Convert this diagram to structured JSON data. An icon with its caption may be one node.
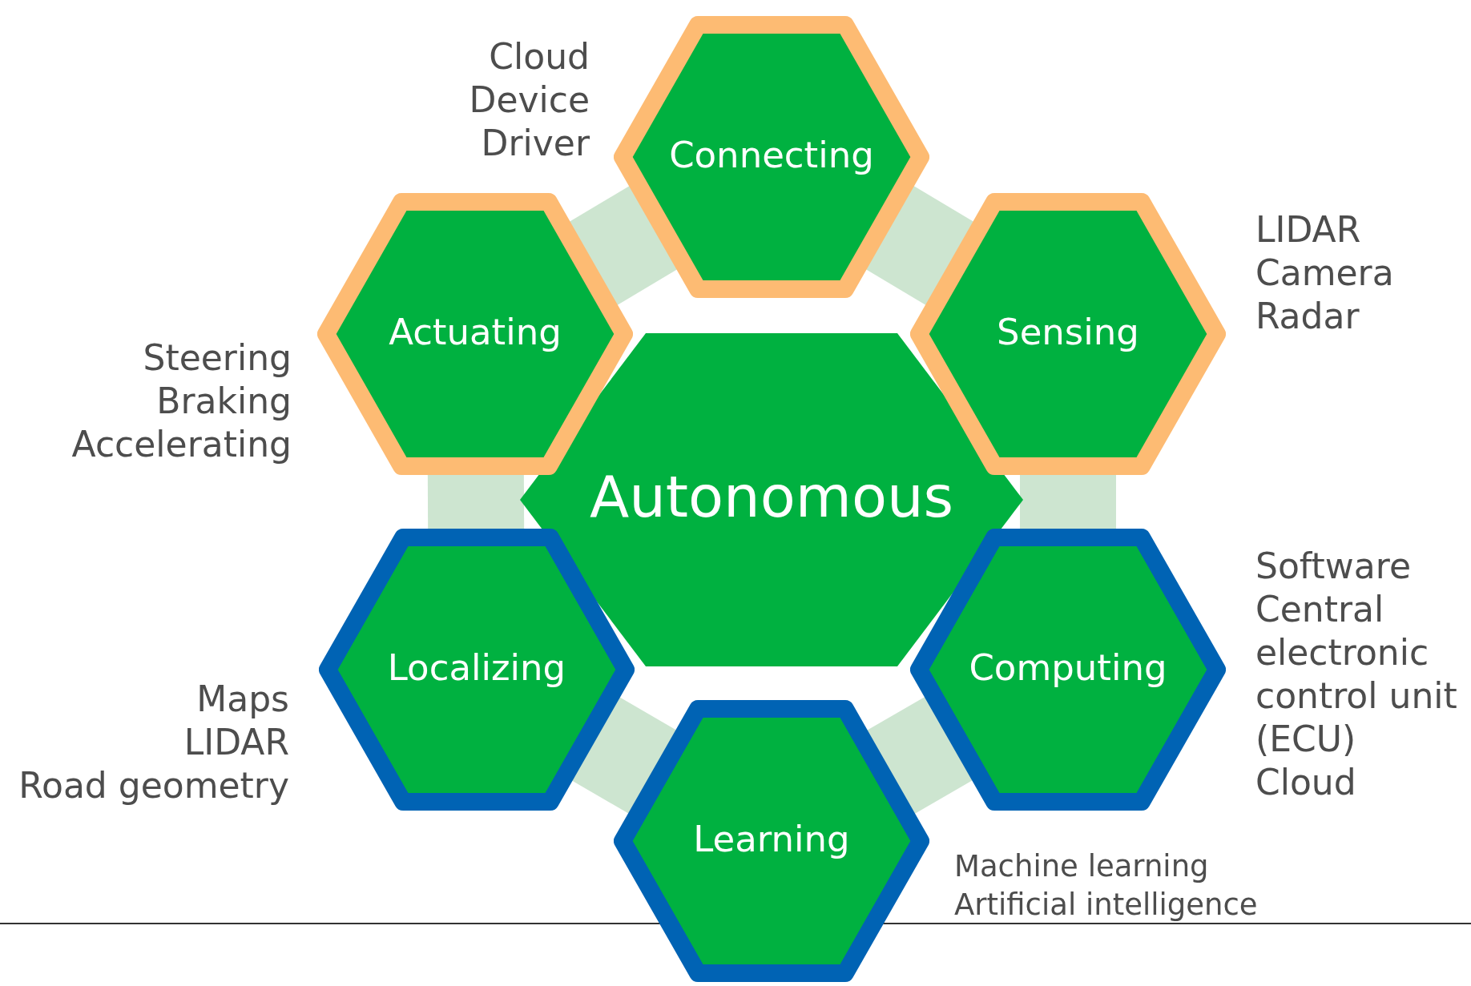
{
  "diagram": {
    "nodes": [
      {
        "text": [
          "Autonomous"
        ]
      },
      {
        "text": [
          "Connecting"
        ],
        "beside": [
          "Cloud",
          "Device",
          "Driver"
        ]
      },
      {
        "text": [
          "Actuating"
        ],
        "beside": [
          "Steering",
          "Braking",
          "Accelerating"
        ]
      },
      {
        "text": [
          "Sensing"
        ],
        "beside": [
          "LIDAR",
          "Camera",
          "Radar"
        ]
      },
      {
        "text": [
          "Localizing"
        ],
        "beside": [
          "Maps",
          "LIDAR",
          "Road geometry"
        ]
      },
      {
        "text": [
          "Computing"
        ],
        "beside": [
          "Software",
          "Central electronic control unit (ECU)",
          "Cloud"
        ]
      },
      {
        "text": [
          "Learning"
        ],
        "beside": [
          "Machine learning",
          "Artificial intelligence"
        ]
      }
    ]
  }
}
